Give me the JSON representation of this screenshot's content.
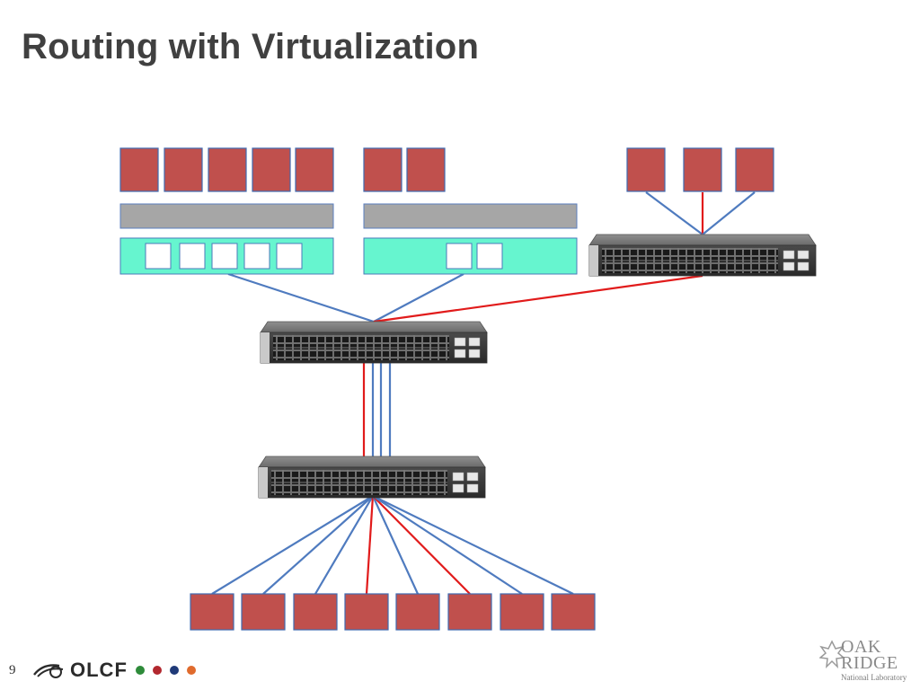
{
  "slide": {
    "title": "Routing with Virtualization",
    "page_number": "9"
  },
  "footer": {
    "olcf_text": "OLCF",
    "dot_colors": [
      "#2e8b3a",
      "#b2282f",
      "#1f3a78",
      "#e06b2d"
    ],
    "ornl_line1": "OAK",
    "ornl_line2": "RIDGE",
    "ornl_line3": "National Laboratory"
  },
  "colors": {
    "node": "#c0504d",
    "hypervisor_bar": "#a6a6a6",
    "nic": "#66f5cf",
    "link_blue": "#4f7bbf",
    "link_red": "#e11b1b"
  }
}
